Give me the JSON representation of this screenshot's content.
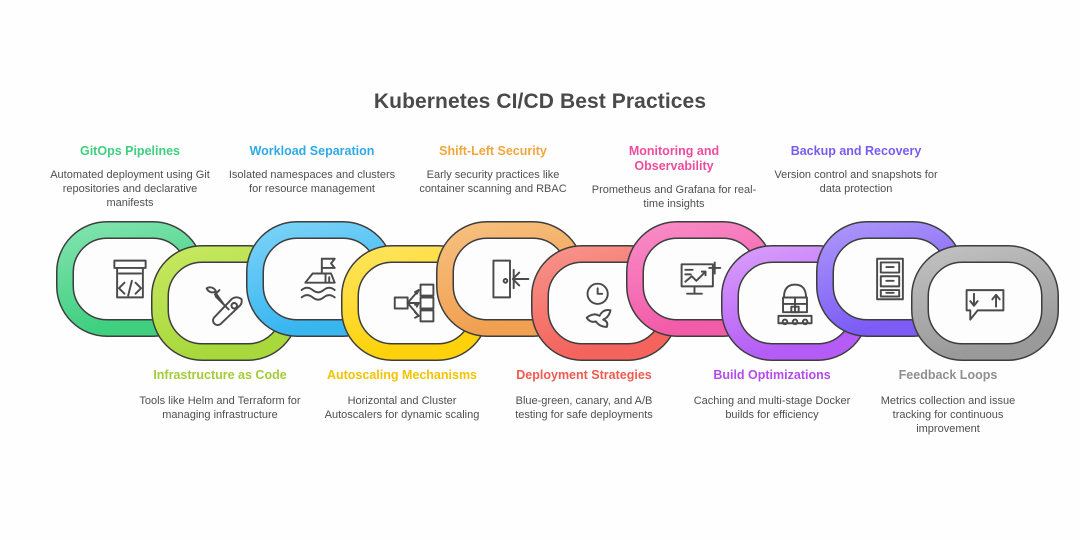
{
  "title": "Kubernetes CI/CD Best Practices",
  "palette": {
    "green": "#3ecf7f",
    "green_light": "#7fe3ad",
    "lime": "#a8d83c",
    "lime_light": "#c6e85f",
    "blue": "#38b6f0",
    "blue_light": "#79d2f7",
    "yellow": "#fdd20a",
    "yellow_light": "#ffe45c",
    "orange": "#f0a050",
    "orange_light": "#f7bf7e",
    "red": "#f4635c",
    "red_light": "#f79288",
    "pink": "#f濾",
    "pink_hex": "#f25ba8",
    "pink_light": "#f98ac6",
    "violet": "#b45cf5",
    "violet_light": "#d79bfb",
    "purple": "#7c5cf5",
    "purple_light": "#ab94fa",
    "gray": "#9a9a9a",
    "gray_light": "#c0c0c0",
    "outline": "#3d3d3d",
    "icon": "#4a4a4a",
    "body_text": "#4f4f4f",
    "title_text": "#4a4a4a"
  },
  "links": [
    {
      "index": 1,
      "position": "top",
      "icon": "code-package-icon",
      "color": "#3ecf7f",
      "color_light": "#7fe3ad",
      "label": "GitOps Pipelines",
      "label_color": "#3ecf7f",
      "description": "Automated deployment using Git repositories and declarative manifests"
    },
    {
      "index": 2,
      "position": "bottom",
      "icon": "wrench-screwdriver-icon",
      "color": "#a8d83c",
      "color_light": "#c6e85f",
      "label": "Infrastructure as Code",
      "label_color": "#a4cc39",
      "description": "Tools like Helm and Terraform for managing infrastructure"
    },
    {
      "index": 3,
      "position": "top",
      "icon": "ship-flag-icon",
      "color": "#38b6f0",
      "color_light": "#79d2f7",
      "label": "Workload Separation",
      "label_color": "#2fa9e8",
      "description": "Isolated namespaces and clusters for resource management"
    },
    {
      "index": 4,
      "position": "bottom",
      "icon": "scale-out-icon",
      "color": "#fdd20a",
      "color_light": "#ffe45c",
      "label": "Autoscaling Mechanisms",
      "label_color": "#f2c400",
      "description": "Horizontal and Cluster Autoscalers for dynamic scaling"
    },
    {
      "index": 5,
      "position": "top",
      "icon": "door-entry-icon",
      "color": "#f0a050",
      "color_light": "#f7bf7e",
      "label": "Shift-Left Security",
      "label_color": "#f0a63f",
      "description": "Early security practices like container scanning and RBAC"
    },
    {
      "index": 6,
      "position": "bottom",
      "icon": "clock-plane-icon",
      "color": "#f4635c",
      "color_light": "#f79288",
      "label": "Deployment Strategies",
      "label_color": "#f05a4f",
      "description": "Blue-green, canary, and A/B testing for safe deployments"
    },
    {
      "index": 7,
      "position": "top",
      "icon": "monitor-chart-plus-icon",
      "color": "#f25ba8",
      "color_light": "#f98ac6",
      "label": "Monitoring and Observability",
      "label_color": "#ee4c9e",
      "description": "Prometheus and Grafana for real-time insights"
    },
    {
      "index": 8,
      "position": "bottom",
      "icon": "conveyor-package-icon",
      "color": "#b45cf5",
      "color_light": "#d79bfb",
      "label": "Build Optimizations",
      "label_color": "#b44ced",
      "description": "Caching and multi-stage Docker builds for efficiency"
    },
    {
      "index": 9,
      "position": "top",
      "icon": "file-cabinet-icon",
      "color": "#7c5cf5",
      "color_light": "#ab94fa",
      "label": "Backup and Recovery",
      "label_color": "#7a5bf0",
      "description": "Version control and snapshots for data protection"
    },
    {
      "index": 10,
      "position": "bottom",
      "icon": "speech-refresh-icon",
      "color": "#9a9a9a",
      "color_light": "#c0c0c0",
      "label": "Feedback Loops",
      "label_color": "#8f8f8f",
      "description": "Metrics collection and issue tracking for continuous improvement"
    }
  ]
}
